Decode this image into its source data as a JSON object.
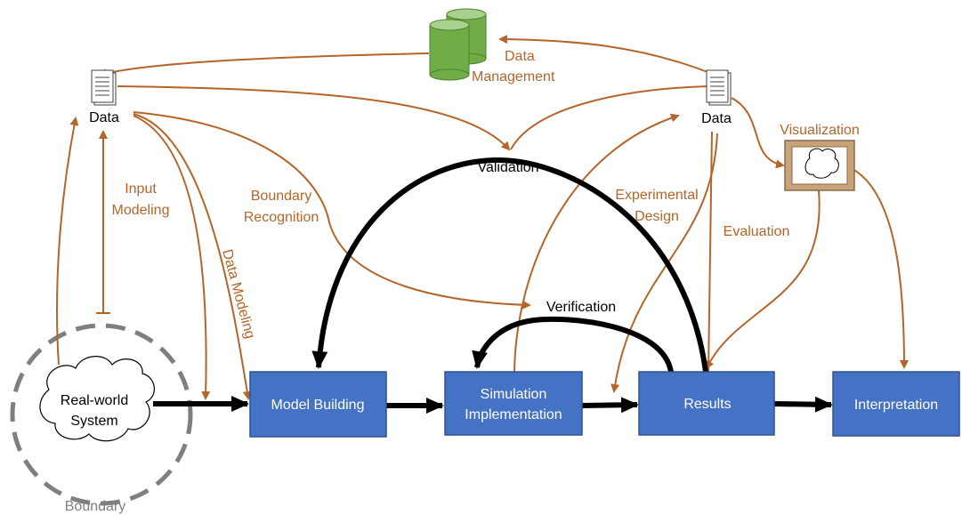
{
  "colors": {
    "box_fill": "#4472c4",
    "box_text": "#ffffff",
    "annotation": "#b5652a",
    "main_flow": "#000000",
    "boundary": "#7f7f7f",
    "database": "#70ad47"
  },
  "nodes": {
    "real_world_line1": "Real-world",
    "real_world_line2": "System",
    "boundary": "Boundary",
    "model_building": "Model Building",
    "simulation_line1": "Simulation",
    "simulation_line2": "Implementation",
    "results": "Results",
    "interpretation": "Interpretation",
    "data_left": "Data",
    "data_right": "Data",
    "data_management_line1": "Data",
    "data_management_line2": "Management",
    "visualization": "Visualization"
  },
  "edge_labels": {
    "input_modeling_line1": "Input",
    "input_modeling_line2": "Modeling",
    "data_modeling": "Data Modeling",
    "boundary_recognition_line1": "Boundary",
    "boundary_recognition_line2": "Recognition",
    "validation": "Validation",
    "verification": "Verification",
    "experimental_design_line1": "Experimental",
    "experimental_design_line2": "Design",
    "evaluation": "Evaluation"
  },
  "icons": {
    "document": "document-icon",
    "database": "database-icon",
    "cloud": "cloud-icon",
    "picture_frame": "picture-frame-icon"
  }
}
